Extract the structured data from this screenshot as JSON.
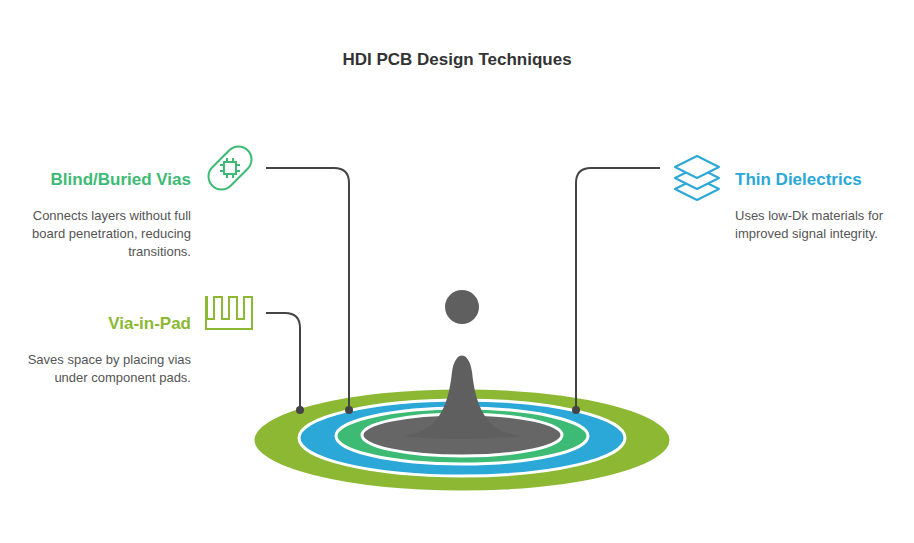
{
  "diagram": {
    "title": "HDI PCB Design Techniques",
    "labels": [
      "Blind/Buried Vias",
      "Connects layers without full board penetration, reducing transitions.",
      "Thin Dielectrics",
      "Uses low-Dk materials for improved signal integrity.",
      "Via-in-Pad",
      "Saves space by placing vias under component pads."
    ]
  }
}
